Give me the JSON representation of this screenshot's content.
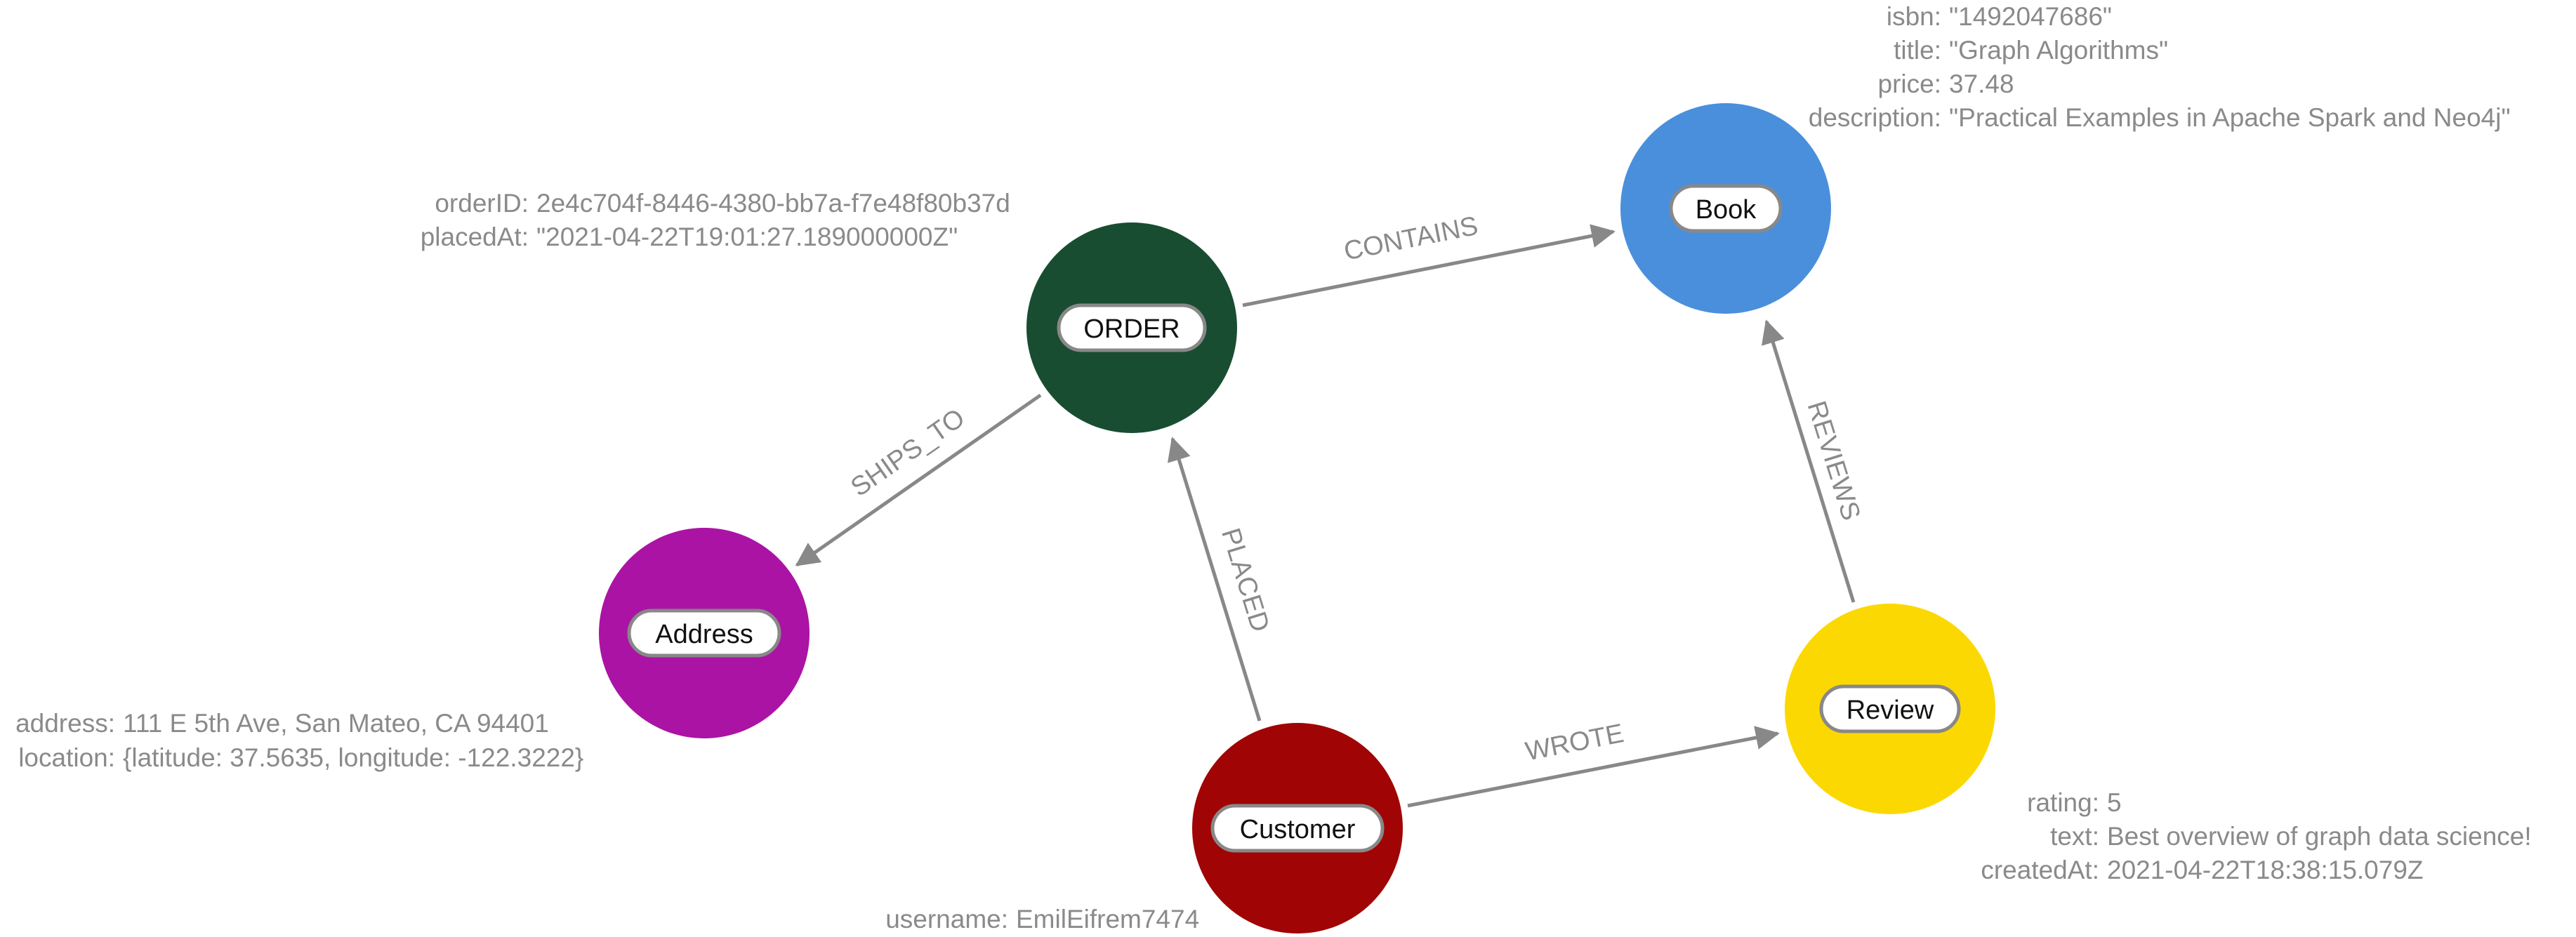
{
  "colors": {
    "order": "#184d31",
    "book": "#4a8fdc",
    "address": "#ab13a4",
    "customer": "#a00404",
    "review": "#fcd803",
    "edge": "#888888",
    "text": "#8a8a8a"
  },
  "nodes": {
    "order": {
      "label": "ORDER"
    },
    "book": {
      "label": "Book"
    },
    "address": {
      "label": "Address"
    },
    "customer": {
      "label": "Customer"
    },
    "review": {
      "label": "Review"
    }
  },
  "relationships": {
    "contains": "CONTAINS",
    "ships_to": "SHIPS_TO",
    "placed": "PLACED",
    "wrote": "WROTE",
    "reviews": "REVIEWS"
  },
  "properties": {
    "book": [
      {
        "key": "isbn:",
        "value": "\"1492047686\""
      },
      {
        "key": "title:",
        "value": "\"Graph Algorithms\""
      },
      {
        "key": "price:",
        "value": "37.48"
      },
      {
        "key": "description:",
        "value": "\"Practical Examples in Apache Spark and Neo4j\""
      }
    ],
    "order": [
      {
        "key": "orderID:",
        "value": "2e4c704f-8446-4380-bb7a-f7e48f80b37d"
      },
      {
        "key": "placedAt:",
        "value": "\"2021-04-22T19:01:27.189000000Z\""
      }
    ],
    "address": [
      {
        "key": "address:",
        "value": "111 E 5th Ave, San Mateo, CA 94401"
      },
      {
        "key": "location:",
        "value": "{latitude: 37.5635, longitude: -122.3222}"
      }
    ],
    "review": [
      {
        "key": "rating:",
        "value": "5"
      },
      {
        "key": "text:",
        "value": "Best overview of graph data science!"
      },
      {
        "key": "createdAt:",
        "value": "2021-04-22T18:38:15.079Z"
      }
    ],
    "customer": [
      {
        "key": "username:",
        "value": "EmilEifrem7474"
      }
    ]
  }
}
